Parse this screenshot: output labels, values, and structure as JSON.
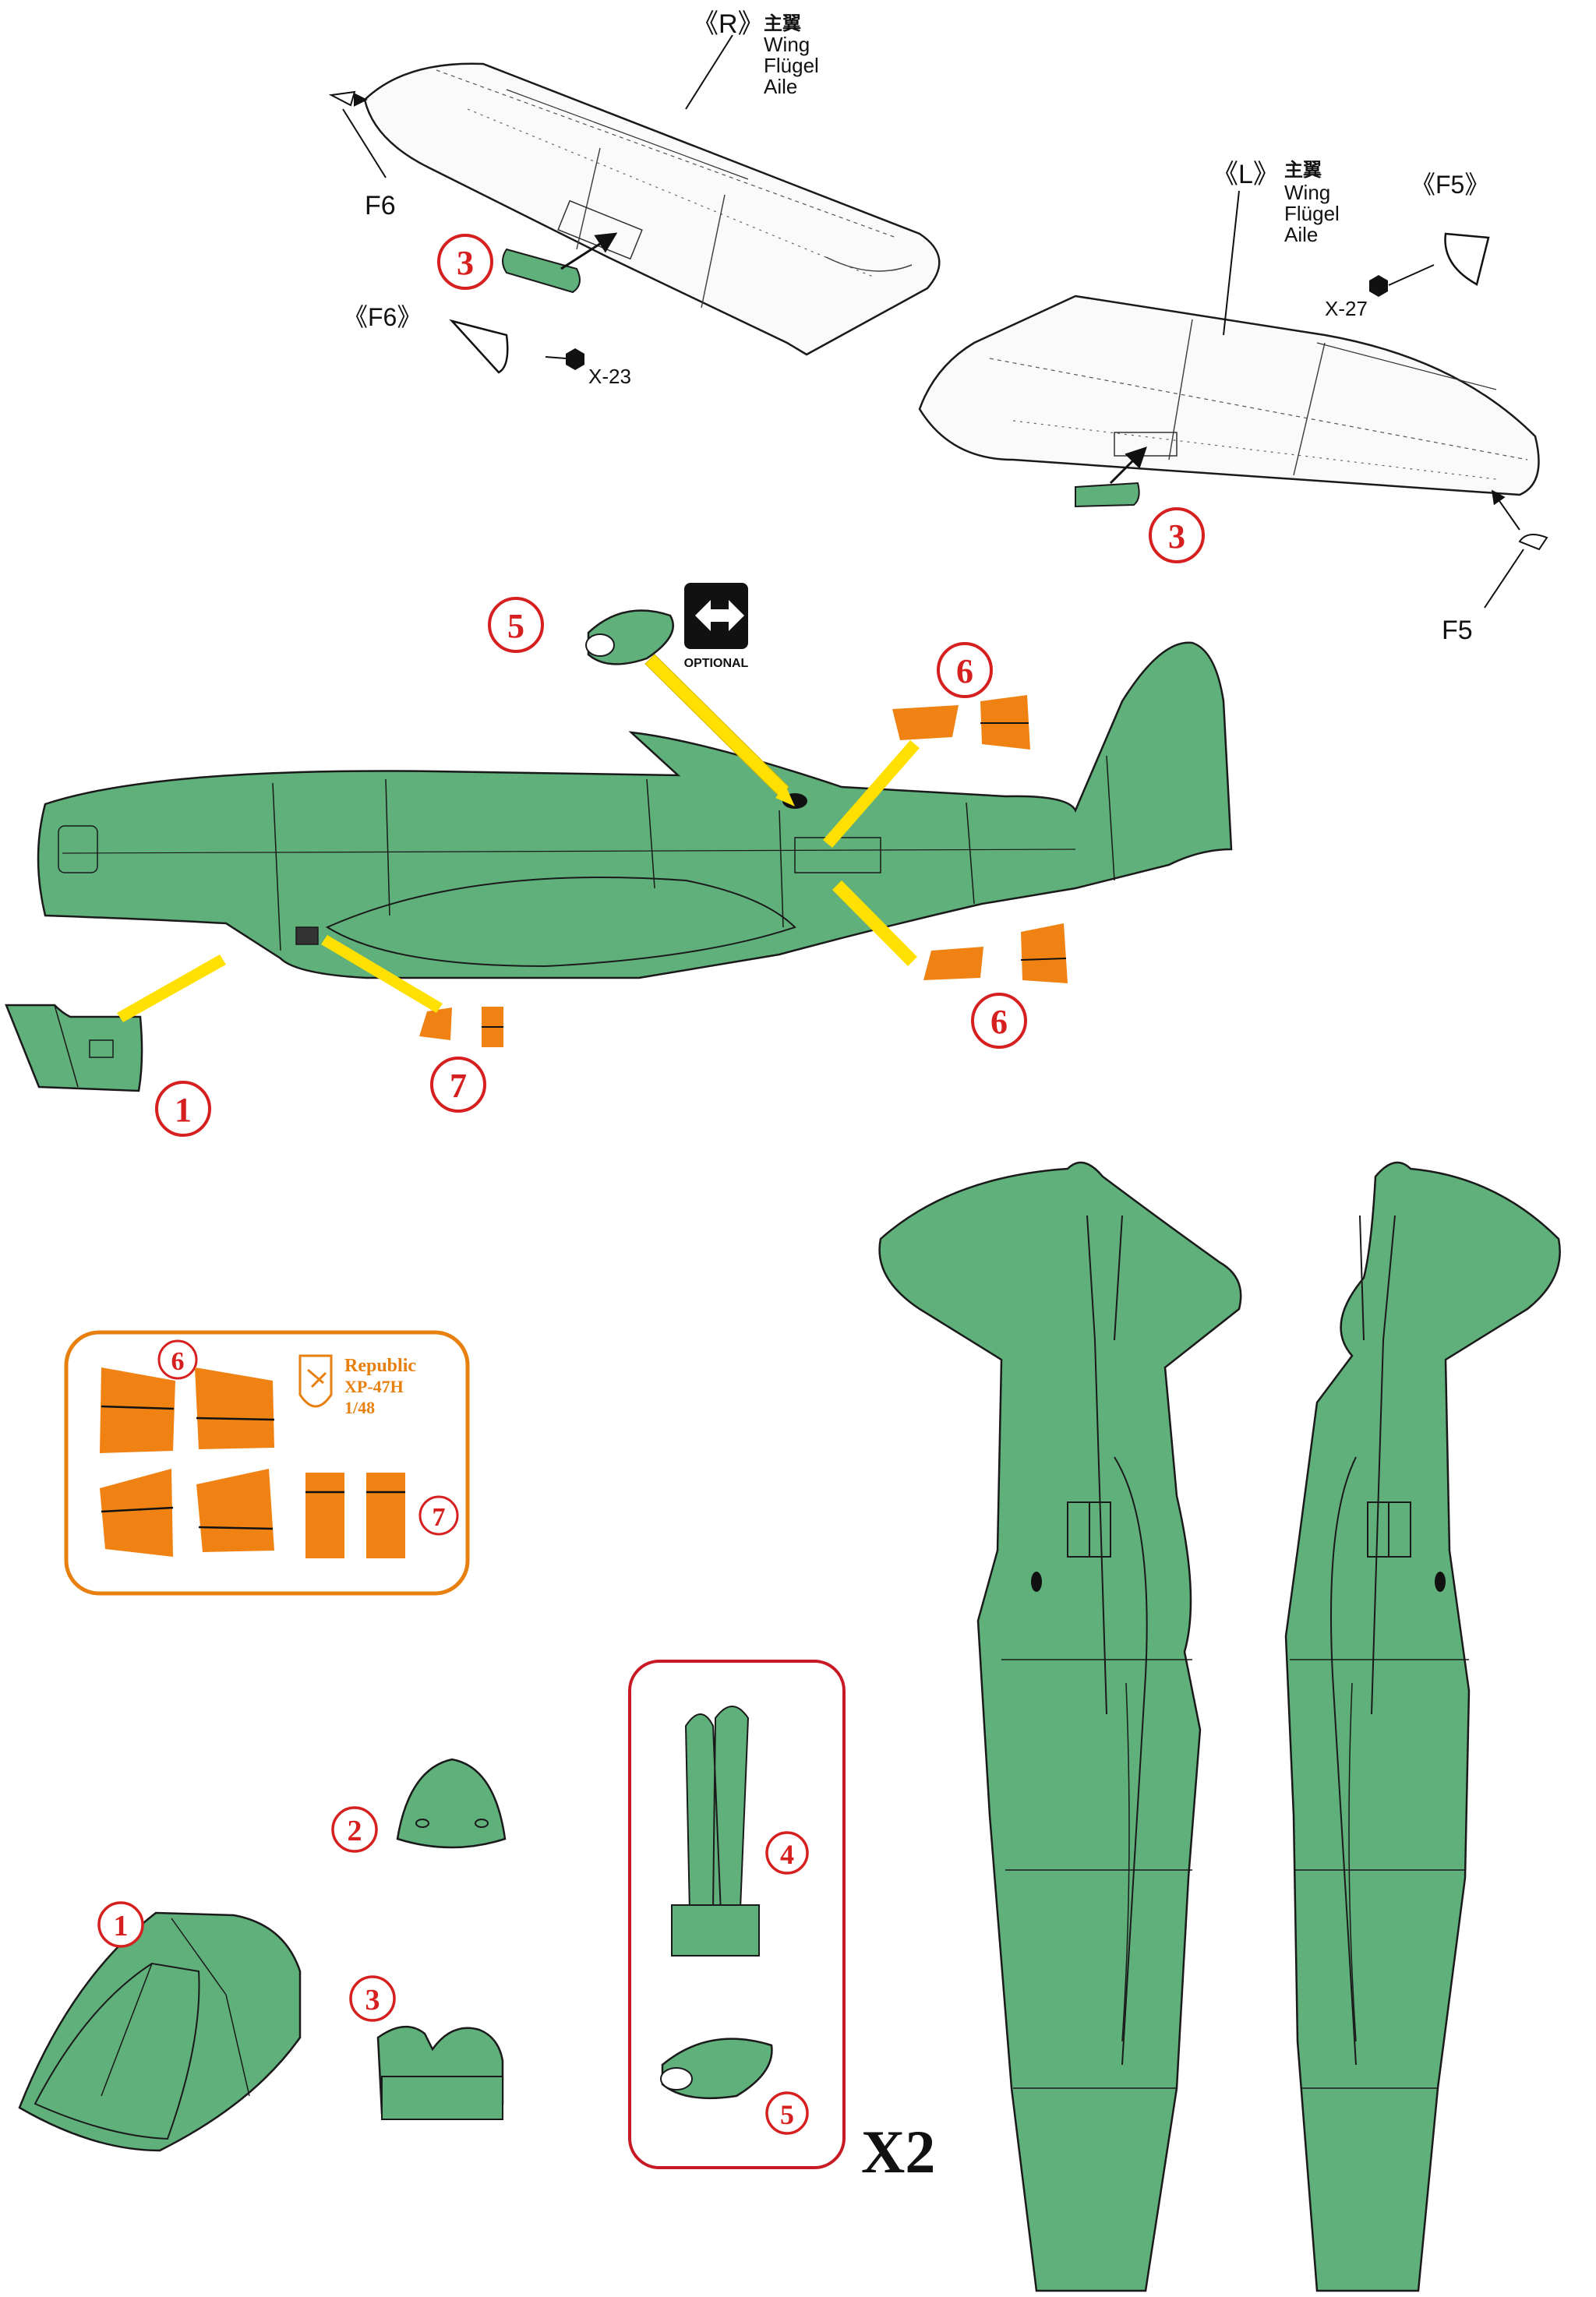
{
  "colors": {
    "resin_green": "#5fb07a",
    "photo_etch_orange": "#f08214",
    "callout_red": "#d6201f",
    "arrow_yellow": "#ffe000",
    "outline": "#1a1a1a"
  },
  "wings": {
    "right": {
      "tag": "《R》",
      "cjk": "主翼",
      "en": "Wing",
      "de": "Flügel",
      "fr": "Aile"
    },
    "left": {
      "tag": "《L》",
      "cjk": "主翼",
      "en": "Wing",
      "de": "Flügel",
      "fr": "Aile"
    },
    "f6_label": "F6",
    "f5_label": "F5",
    "f6_header": "《F6》",
    "f5_header": "《F5》",
    "screw_x23": "X-23",
    "screw_x27": "X-27"
  },
  "callouts": {
    "part_3": "3",
    "part_5": "5",
    "part_6": "6",
    "part_7": "7",
    "part_1": "1",
    "part_2": "2",
    "part_4": "4"
  },
  "optional_label": "OPTIONAL",
  "fret": {
    "title_line1": "Republic",
    "title_line2": "XP-47H",
    "title_line3": "1/48",
    "num_6": "6",
    "num_7": "7"
  },
  "quantity": "X2",
  "icons": [
    "optional-swap-icon",
    "hex-screw-icon",
    "logo-emblem-icon"
  ]
}
